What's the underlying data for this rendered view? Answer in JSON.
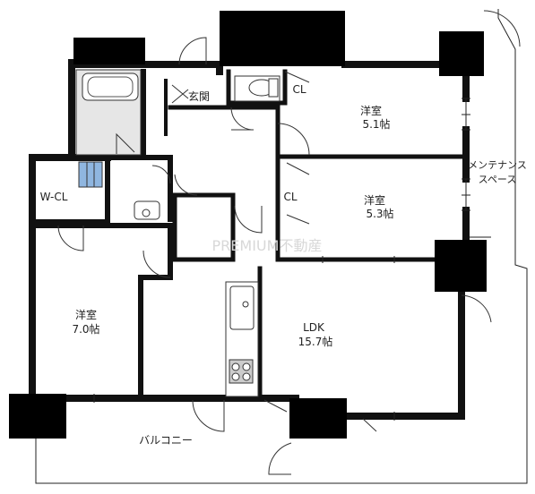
{
  "rooms": {
    "western_1": {
      "name": "洋室",
      "size": "5.1帖"
    },
    "western_2": {
      "name": "洋室",
      "size": "5.3帖"
    },
    "western_3": {
      "name": "洋室",
      "size": "7.0帖"
    },
    "ldk": {
      "name": "LDK",
      "size": "15.7帖"
    },
    "entrance": "玄関",
    "walk_in_closet": "W-CL",
    "closet_top": "CL",
    "closet_mid": "CL",
    "balcony": "バルコニー",
    "maintenance_line1": "メンテナンス",
    "maintenance_line2": "スペース"
  },
  "watermark": "PREMIUM不動産",
  "colors": {
    "wall": "#000000",
    "bath": "#e6e6e6",
    "window": "#8fb6e0"
  }
}
